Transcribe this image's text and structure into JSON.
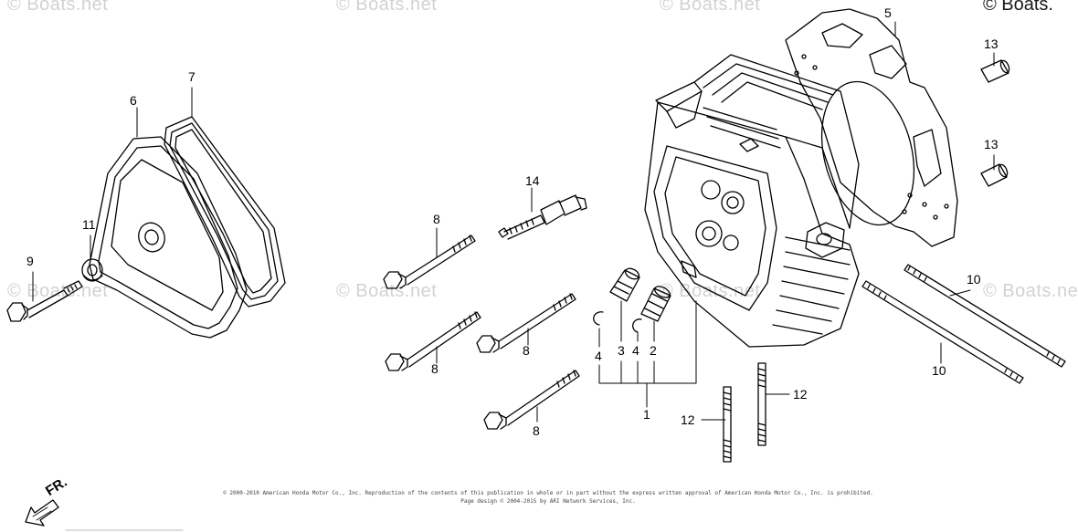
{
  "watermarks": {
    "text": "© Boats.net",
    "top_right": "© Boats."
  },
  "callouts": {
    "c1": "1",
    "c2": "2",
    "c3": "3",
    "c4a": "4",
    "c4b": "4",
    "c5": "5",
    "c6": "6",
    "c7": "7",
    "c8a": "8",
    "c8b": "8",
    "c8c": "8",
    "c8d": "8",
    "c9": "9",
    "c10a": "10",
    "c10b": "10",
    "c11": "11",
    "c12a": "12",
    "c12b": "12",
    "c13a": "13",
    "c13b": "13",
    "c14": "14"
  },
  "direction_label": "FR.",
  "copyright": {
    "line1": "© 2000-2010 American Honda Motor Co., Inc. Reproduction of the contents of this publication in whole or in part without the express written approval of American Honda Motor Co., Inc. is prohibited.",
    "line2": "Page design © 2004-2015 by ARI Network Services, Inc."
  }
}
